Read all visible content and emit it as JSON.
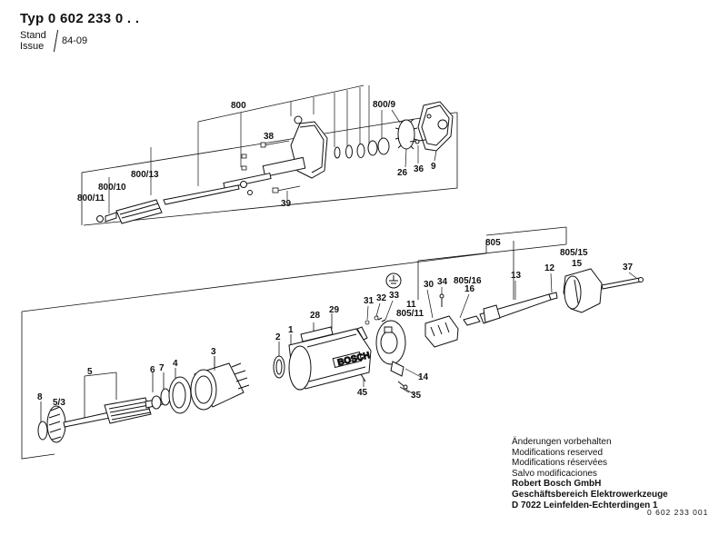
{
  "header": {
    "typ": "Typ 0 602 233 0 . .",
    "stand": "Stand",
    "issue": "Issue",
    "date": "84-09"
  },
  "callouts": {
    "c800": "800",
    "c800_9": "800/9",
    "c38": "38",
    "c26": "26",
    "c36": "36",
    "c9": "9",
    "c800_10": "800/10",
    "c800_13": "800/13",
    "c800_11": "800/11",
    "c39": "39",
    "c805": "805",
    "c805_15": "805/15",
    "c15": "15",
    "c37": "37",
    "c12": "12",
    "c13": "13",
    "c30": "30",
    "c34": "34",
    "c805_16": "805/16",
    "c16": "16",
    "c31": "31",
    "c32": "32",
    "c33": "33",
    "c11": "11",
    "c805_11": "805/11",
    "c28": "28",
    "c29": "29",
    "c1": "1",
    "c2": "2",
    "c3": "3",
    "c4": "4",
    "c5": "5",
    "c6": "6",
    "c7": "7",
    "c8": "8",
    "c5_3": "5/3",
    "c14": "14",
    "c35": "35",
    "c45": "45"
  },
  "stamp_text": "BOSCH",
  "notes": {
    "line1": "Änderungen vorbehalten",
    "line2": "Modifications reserved",
    "line3": "Modifications réservées",
    "line4": "Salvo modificaciones",
    "company1": "Robert Bosch GmbH",
    "company2": "Geschäftsbereich Elektrowerkzeuge",
    "company3": "D 7022 Leinfelden-Echterdingen 1"
  },
  "doc_number": "0 602 233 001"
}
